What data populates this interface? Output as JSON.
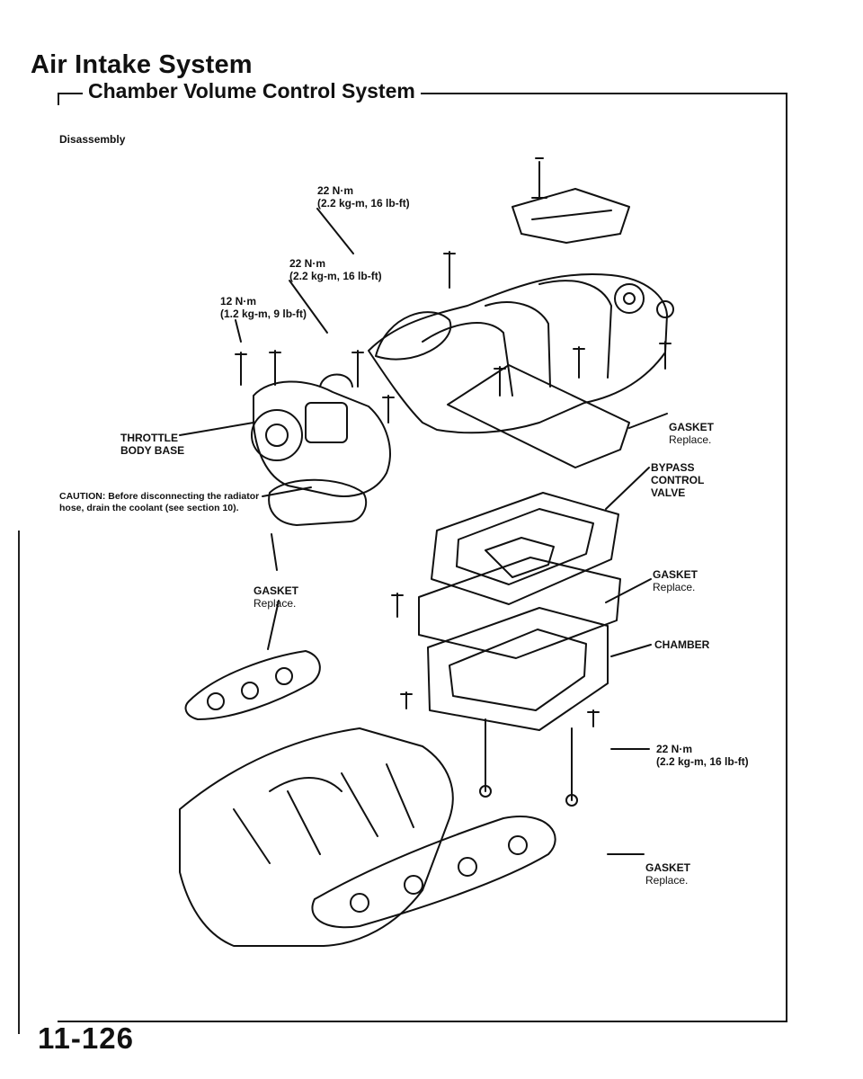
{
  "header": {
    "title": "Air Intake System",
    "subtitle": "Chamber Volume Control System"
  },
  "section": "Disassembly",
  "torques": [
    {
      "id": "t1",
      "line1": "22 N·m",
      "line2": "(2.2 kg-m, 16 lb-ft)"
    },
    {
      "id": "t2",
      "line1": "22 N·m",
      "line2": "(2.2 kg-m, 16 lb-ft)"
    },
    {
      "id": "t3",
      "line1": "12 N·m",
      "line2": "(1.2 kg-m, 9 lb-ft)"
    },
    {
      "id": "t4",
      "line1": "22 N·m",
      "line2": "(2.2 kg-m, 16 lb-ft)"
    }
  ],
  "labels": {
    "throttle_body_base": "THROTTLE\nBODY BASE",
    "gasket_1": "GASKET",
    "gasket_1_note": "Replace.",
    "bypass_valve": "BYPASS\nCONTROL\nVALVE",
    "gasket_2": "GASKET",
    "gasket_2_note": "Replace.",
    "gasket_3": "GASKET",
    "gasket_3_note": "Replace.",
    "chamber": "CHAMBER",
    "gasket_4": "GASKET",
    "gasket_4_note": "Replace."
  },
  "caution": "CAUTION: Before disconnecting the radiator hose, drain the coolant (see section 10).",
  "page_number": "11-126"
}
